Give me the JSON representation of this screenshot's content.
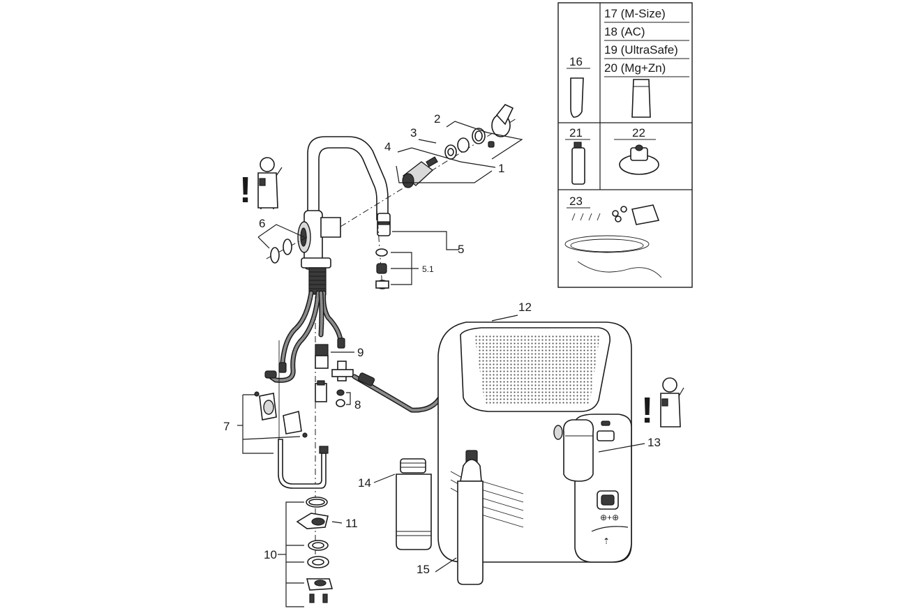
{
  "labels": {
    "p1": "1",
    "p2": "2",
    "p3": "3",
    "p4": "4",
    "p5": "5",
    "p5_1": "5.1",
    "p6": "6",
    "p7": "7",
    "p8": "8",
    "p9": "9",
    "p10": "10",
    "p11": "11",
    "p12": "12",
    "p13": "13",
    "p14": "14",
    "p15": "15"
  },
  "table": {
    "c16": "16",
    "c17": "17 (M-Size)",
    "c18": "18 (AC)",
    "c19": "19 (UltraSafe)",
    "c20": "20 (Mg+Zn)",
    "c21": "21",
    "c22": "22",
    "c23": "23"
  },
  "warning_mark": "!",
  "icons": [
    "installer-figure-icon",
    "warning-exclamation-icon"
  ]
}
